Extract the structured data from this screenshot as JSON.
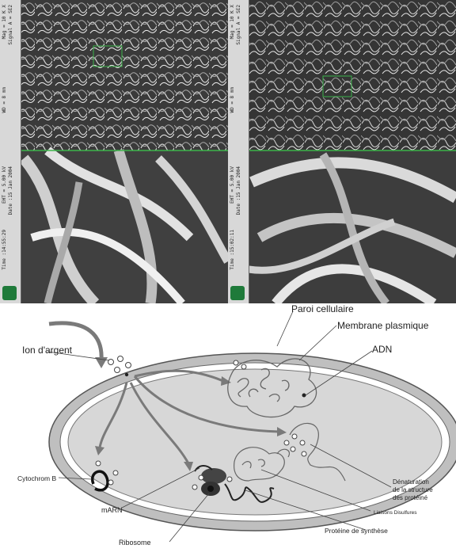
{
  "sem_left": {
    "sidebar_top": [
      "Mag = 10 K X",
      "Signal A = SE2",
      "WD = 8 mm"
    ],
    "sidebar_bottom": [
      "EHT = 5.00 kV",
      "Date :15 Jan 2004",
      "Time :14:55:29"
    ]
  },
  "sem_right": {
    "sidebar_top": [
      "Mag = 10 K X",
      "Signal A = SE2",
      "WD = 8 mm"
    ],
    "sidebar_bottom": [
      "EHT = 5.00 kV",
      "Date :15 Jan 2004",
      "Time :15:02:11"
    ]
  },
  "diagram": {
    "labels": {
      "paroi": "Paroi cellulaire",
      "membrane": "Membrane plasmique",
      "ion": "Ion d'argent",
      "adn": "ADN",
      "cytochrom": "Cytochrom B",
      "denat_1": "Dénaturation",
      "denat_2": "de la structure",
      "denat_3": "des protéiné",
      "liaisons": "Liaisons Disulfures",
      "marn": "mARN",
      "proteine": "Protéine de synthèse",
      "ribosome": "Ribosome"
    },
    "colors": {
      "outer_wall": "#bfbfbf",
      "cytoplasm": "#d7d7d7",
      "arrow": "#7a7a7a"
    }
  }
}
